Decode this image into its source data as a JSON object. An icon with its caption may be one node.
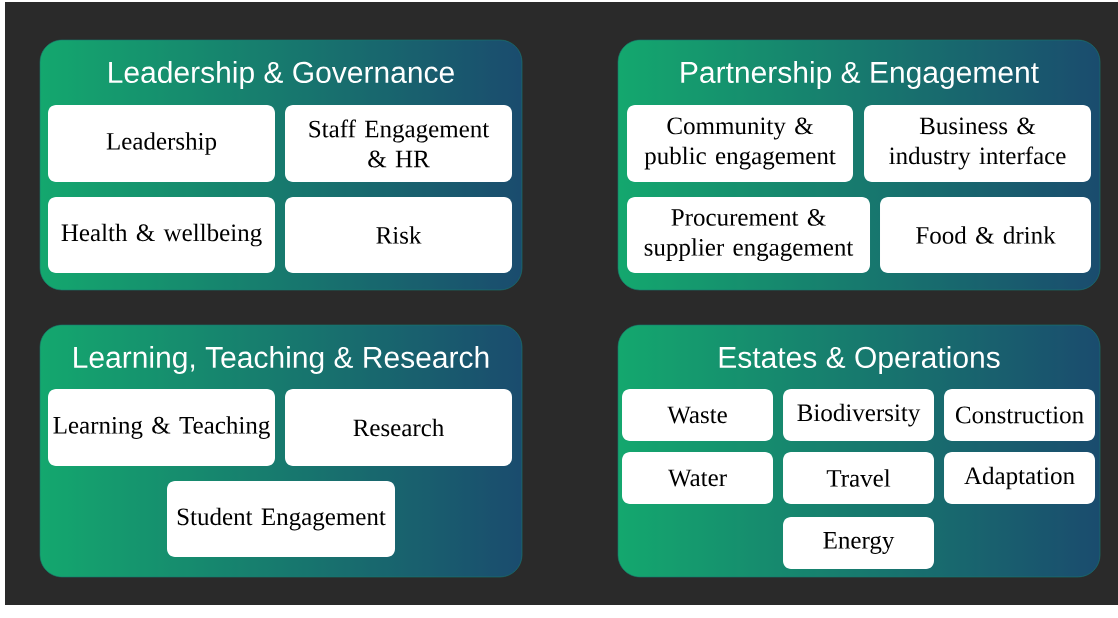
{
  "diagram": {
    "nodes": [
      {
        "text": [
          "Leadership & Governance"
        ]
      },
      {
        "text": [
          "Leadership"
        ],
        "in": 0
      },
      {
        "text": [
          "Staff Engagement & HR"
        ],
        "in": 0
      },
      {
        "text": [
          "Health & wellbeing"
        ],
        "in": 0
      },
      {
        "text": [
          "Risk"
        ],
        "in": 0
      },
      {
        "text": [
          "Partnership & Engagement"
        ]
      },
      {
        "text": [
          "Community & public engagement"
        ],
        "in": 5
      },
      {
        "text": [
          "Business & industry interface"
        ],
        "in": 5
      },
      {
        "text": [
          "Procurement & supplier engagement"
        ],
        "in": 5
      },
      {
        "text": [
          "Food & drink"
        ],
        "in": 5
      },
      {
        "text": [
          "Learning, Teaching & Research"
        ]
      },
      {
        "text": [
          "Learning & Teaching"
        ],
        "in": 10
      },
      {
        "text": [
          "Research"
        ],
        "in": 10
      },
      {
        "text": [
          "Student Engagement"
        ],
        "in": 10
      },
      {
        "text": [
          "Estates & Operations"
        ]
      },
      {
        "text": [
          "Waste"
        ],
        "in": 14
      },
      {
        "text": [
          "Biodiversity"
        ],
        "in": 14
      },
      {
        "text": [
          "Construction"
        ],
        "in": 14
      },
      {
        "text": [
          "Water"
        ],
        "in": 14
      },
      {
        "text": [
          "Travel"
        ],
        "in": 14
      },
      {
        "text": [
          "Adaptation"
        ],
        "in": 14
      },
      {
        "text": [
          "Energy"
        ],
        "in": 14
      }
    ]
  }
}
